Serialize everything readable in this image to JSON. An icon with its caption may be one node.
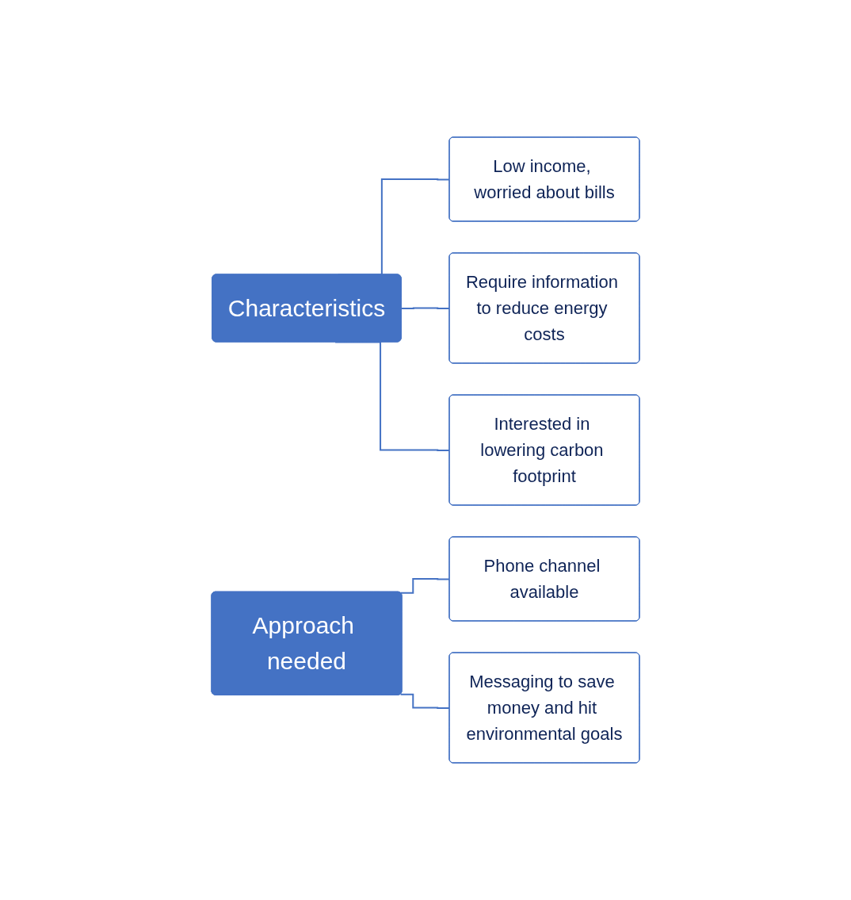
{
  "diagram": {
    "nodes": [
      {
        "text": [
          "Characteristics"
        ]
      },
      {
        "text": [
          "Low income, worried about bills"
        ]
      },
      {
        "text": [
          "Require information to reduce energy costs"
        ]
      },
      {
        "text": [
          "Interested in lowering carbon footprint"
        ]
      },
      {
        "text": [
          "Approach needed"
        ]
      },
      {
        "text": [
          "Phone channel available"
        ]
      },
      {
        "text": [
          "Messaging to save money and hit environmental goals"
        ]
      }
    ],
    "edges": [
      {
        "from": 0,
        "to": 1,
        "arrow": "none"
      },
      {
        "from": 0,
        "to": 2,
        "arrow": "none"
      },
      {
        "from": 0,
        "to": 3,
        "arrow": "none"
      },
      {
        "from": 4,
        "to": 5,
        "arrow": "none"
      },
      {
        "from": 4,
        "to": 6,
        "arrow": "none"
      }
    ]
  }
}
